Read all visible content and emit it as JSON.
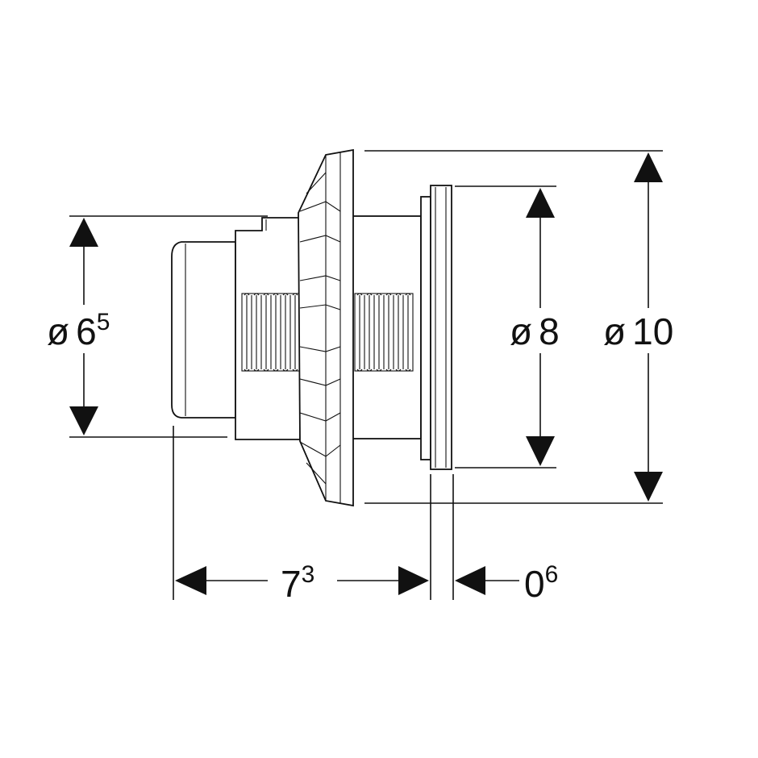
{
  "dimensions": {
    "inner_diameter": {
      "symbol": "ø",
      "main": "6",
      "sup": "5"
    },
    "seat_diameter": {
      "symbol": "ø",
      "main": "8"
    },
    "outer_diameter": {
      "symbol": "ø",
      "main": "10"
    },
    "length": {
      "main": "7",
      "sup": "3"
    },
    "ring": {
      "main": "0",
      "sup": "6"
    }
  },
  "colors": {
    "line": "#111111",
    "background": "#ffffff"
  }
}
